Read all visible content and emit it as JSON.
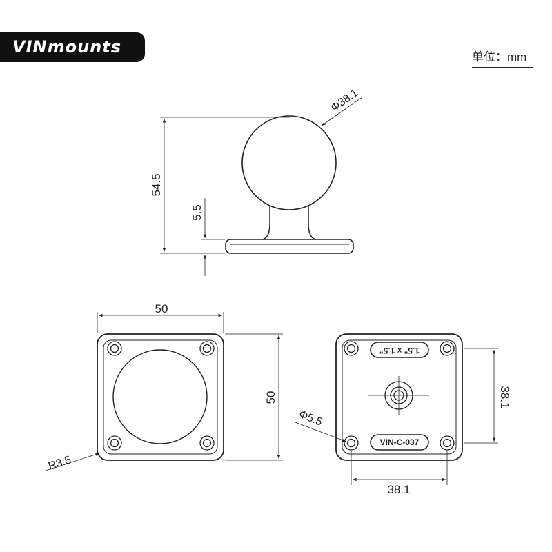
{
  "brand": {
    "logo_text": "VINmounts"
  },
  "unit": {
    "label": "单位：mm"
  },
  "side_view": {
    "ball_diameter": "Φ38.1",
    "total_height": "54.5",
    "plate_thickness": "5.5"
  },
  "front_view": {
    "width": "50",
    "height": "50",
    "corner_radius": "R3.5"
  },
  "back_view": {
    "hole_diameter": "Φ5.5",
    "hole_spacing_h": "38.1",
    "hole_spacing_v": "38.1",
    "top_marking": "1.5\" x 1.5\"",
    "bottom_marking": "VIN-C-037"
  },
  "colors": {
    "line": "#222222",
    "badge": "#111111",
    "badge_text": "#ffffff"
  }
}
